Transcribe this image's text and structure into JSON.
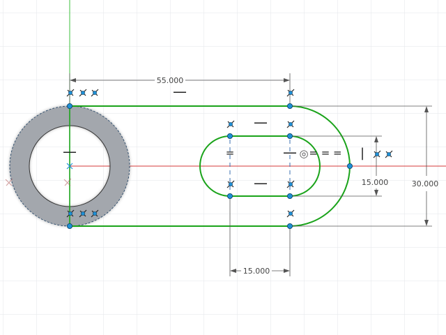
{
  "colors": {
    "background": "#ffffff",
    "grid": "#e3e6ea",
    "sketch_curve": "#1aa31a",
    "x_axis": "#d43a3a",
    "y_axis": "#3cbf3c",
    "dimension": "#555555",
    "point_fill": "#1e90d6",
    "point_stroke": "#0b3d63",
    "ring_fill": "#a3a7ad",
    "constraint": "#222222"
  },
  "dimensions": {
    "hole_to_slot": "55.000",
    "overall_height": "30.000",
    "slot_inner_height": "15.000",
    "slot_length": "15.000"
  },
  "constraint_glyphs": {
    "horizontal": "—",
    "vertical": "|",
    "equal": "=",
    "concentric": "◎",
    "equal_group": "= = ="
  },
  "icons": {
    "coincident": "coincident-constraint-icon",
    "tangent": "tangent-constraint-icon",
    "fix": "fix-constraint-icon"
  }
}
